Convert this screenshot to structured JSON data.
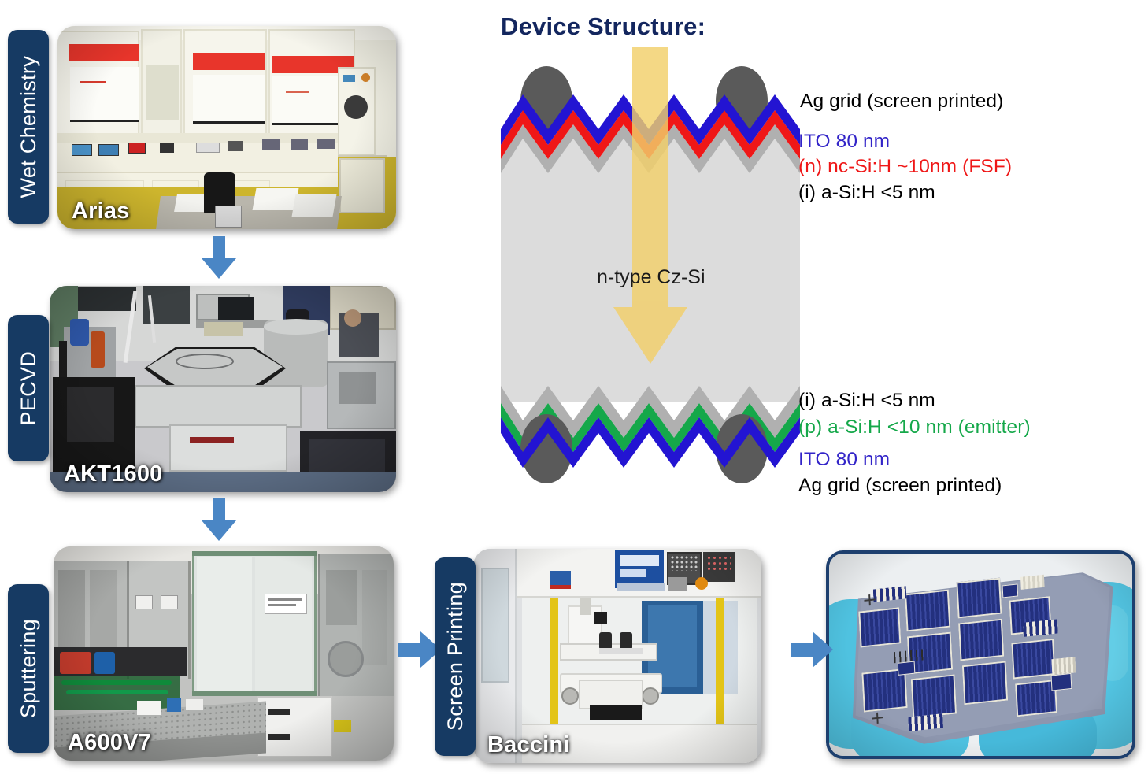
{
  "diagram": {
    "title": "Device Structure:",
    "substrate_label": "n-type Cz-Si",
    "top_labels": [
      {
        "text": "Ag grid  (screen printed)",
        "color": "#000000"
      },
      {
        "text": "ITO 80 nm",
        "color": "#3224c8"
      },
      {
        "text": "(n) nc-Si:H ~10nm (FSF)",
        "color": "#ef1717"
      },
      {
        "text": "(i) a-Si:H <5 nm",
        "color": "#000000"
      }
    ],
    "bottom_labels": [
      {
        "text": "(i) a-Si:H <5 nm",
        "color": "#000000"
      },
      {
        "text": "(p) a-Si:H <10 nm (emitter)",
        "color": "#15a84a"
      },
      {
        "text": "ITO 80 nm",
        "color": "#3224c8"
      },
      {
        "text": "Ag grid (screen printed)",
        "color": "#000000"
      }
    ],
    "colors": {
      "silicon": "#dcdcdc",
      "i_layer": "#b0b0b0",
      "n_layer": "#ef1717",
      "p_layer": "#15a84a",
      "ito": "#2314d2",
      "ag_contact": "#5a5a5a",
      "light_arrow": "#f2cf6a"
    }
  },
  "process_steps": [
    {
      "stage": "Wet Chemistry",
      "tool": "Arias"
    },
    {
      "stage": "PECVD",
      "tool": "AKT1600"
    },
    {
      "stage": "Sputtering",
      "tool": "A600V7"
    },
    {
      "stage": "Screen Printing",
      "tool": "Baccini"
    },
    {
      "stage": "",
      "tool": ""
    }
  ],
  "arrows": [
    {
      "name": "arrow-wetchem-to-pecvd",
      "direction": "down"
    },
    {
      "name": "arrow-pecvd-to-sputtering",
      "direction": "down"
    },
    {
      "name": "arrow-sputtering-to-screenprinting",
      "direction": "right"
    },
    {
      "name": "arrow-screenprinting-to-cell",
      "direction": "right"
    }
  ],
  "theme": {
    "tab_bg": "#163a63",
    "arrow_blue": "#4a86c5",
    "title_navy": "#13265e"
  }
}
